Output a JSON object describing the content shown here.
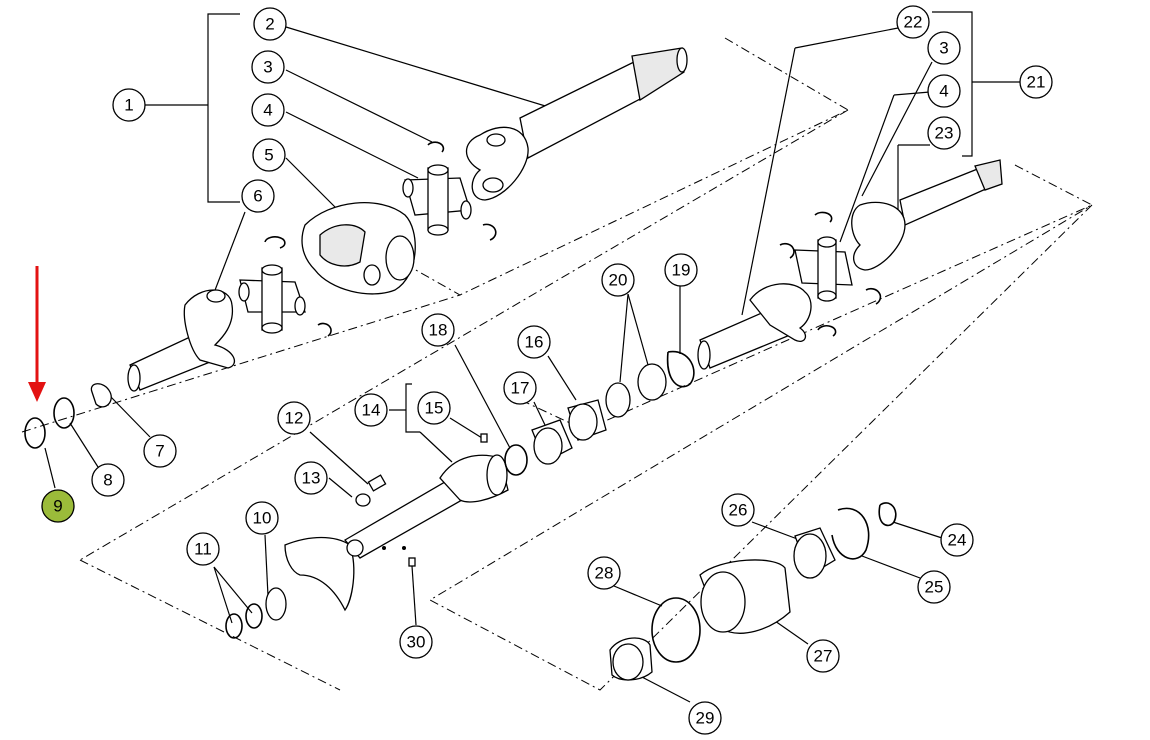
{
  "diagram": {
    "highlight_color": "#9bbb3a",
    "arrow_color": "#e31212",
    "highlighted_part": "9",
    "labels": {
      "p1": "1",
      "p2": "2",
      "p3a": "3",
      "p4a": "4",
      "p5": "5",
      "p6": "6",
      "p7": "7",
      "p8": "8",
      "p9": "9",
      "p10": "10",
      "p11": "11",
      "p12": "12",
      "p13": "13",
      "p14": "14",
      "p15": "15",
      "p16": "16",
      "p17": "17",
      "p18": "18",
      "p19": "19",
      "p20": "20",
      "p21": "21",
      "p22": "22",
      "p3b": "3",
      "p4b": "4",
      "p23": "23",
      "p24": "24",
      "p25": "25",
      "p26": "26",
      "p27": "27",
      "p28": "28",
      "p29": "29",
      "p30": "30"
    }
  }
}
